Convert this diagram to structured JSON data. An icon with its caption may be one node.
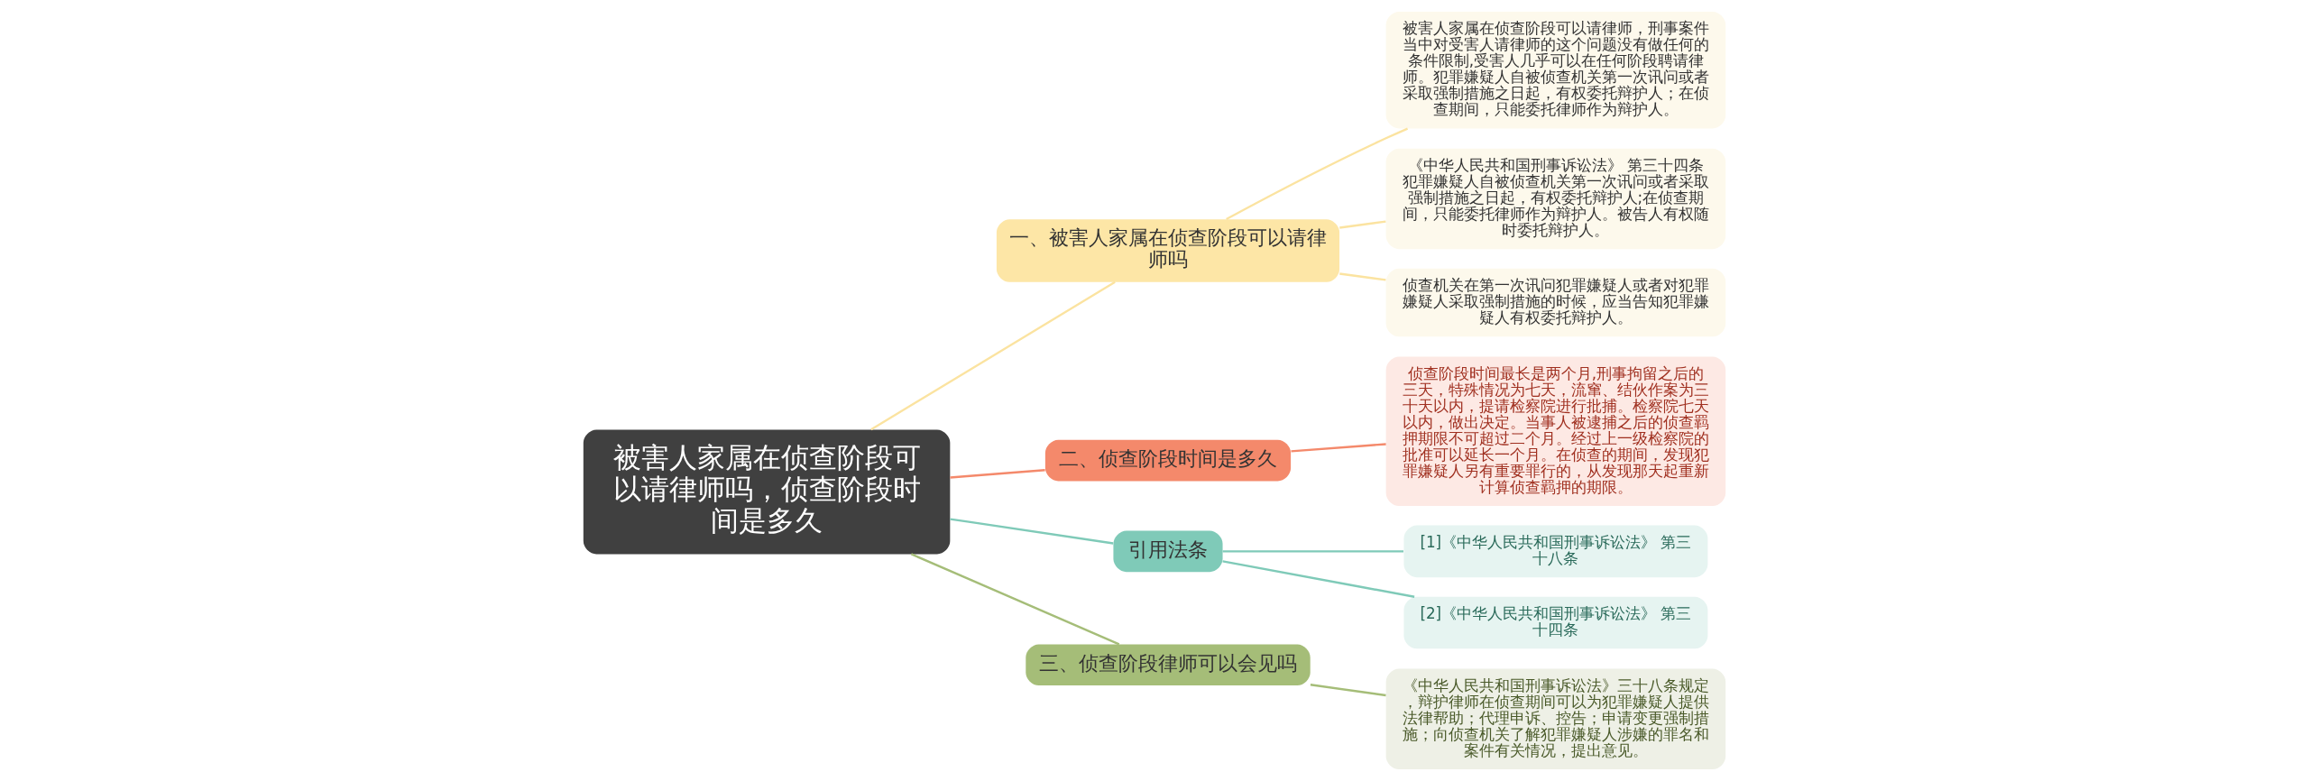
{
  "diagram": {
    "nodes": [
      {
        "text": [
          "被害人家属在侦查阶段可以请律师吗，侦查阶段时间是多久"
        ]
      },
      {
        "text": [
          "一、被害人家属在侦查阶段可以请律师吗"
        ]
      },
      {
        "text": [
          "被害人家属在侦查阶段可以请律师，刑事案件当中对受害人请律师的这个问题没有做任何的条件限制,受害人几乎可以在任何阶段聘请律师。犯罪嫌疑人自被侦查机关第一次讯问或者采取强制措施之日起，有权委托辩护人；在侦查期间，只能委托律师作为辩护人。"
        ]
      },
      {
        "text": [
          "《中华人民共和国刑事诉讼法》 第三十四条犯罪嫌疑人自被侦查机关第一次讯问或者采取强制措施之日起，有权委托辩护人;在侦查期间，只能委托律师作为辩护人。被告人有权随时委托辩护人。"
        ]
      },
      {
        "text": [
          "侦查机关在第一次讯问犯罪嫌疑人或者对犯罪嫌疑人采取强制措施的时候，应当告知犯罪嫌疑人有权委托辩护人。"
        ]
      },
      {
        "text": [
          "二、侦查阶段时间是多久"
        ]
      },
      {
        "text": [
          "侦查阶段时间最长是两个月,刑事拘留之后的三天，特殊情况为七天，流窜、结伙作案为三十天以内，提请检察院进行批捕。检察院七天以内，做出决定。当事人被逮捕之后的侦查羁押期限不可超过二个月。经过上一级检察院的批准可以延长一个月。在侦查的期间，发现犯罪嫌疑人另有重要罪行的，从发现那天起重新计算侦查羁押的期限。"
        ]
      },
      {
        "text": [
          "引用法条"
        ]
      },
      {
        "text": [
          "[1]《中华人民共和国刑事诉讼法》 第三十八条"
        ]
      },
      {
        "text": [
          "[2]《中华人民共和国刑事诉讼法》 第三十四条"
        ]
      },
      {
        "text": [
          "三、侦查阶段律师可以会见吗"
        ]
      },
      {
        "text": [
          "《中华人民共和国刑事诉讼法》三十八条规定，辩护律师在侦查期间可以为犯罪嫌疑人提供法律帮助；代理申诉、控告；申请变更强制措施；向侦查机关了解犯罪嫌疑人涉嫌的罪名和案件有关情况，提出意见。"
        ]
      }
    ],
    "edges": [
      {
        "from": 0,
        "to": 1,
        "arrow": "none",
        "color": "#fbe3a0"
      },
      {
        "from": 1,
        "to": 2,
        "arrow": "none",
        "color": "#fbe3a0"
      },
      {
        "from": 1,
        "to": 3,
        "arrow": "none",
        "color": "#fbe3a0"
      },
      {
        "from": 1,
        "to": 4,
        "arrow": "none",
        "color": "#fbe3a0"
      },
      {
        "from": 0,
        "to": 5,
        "arrow": "none",
        "color": "#f4896b"
      },
      {
        "from": 5,
        "to": 6,
        "arrow": "none",
        "color": "#f4896b"
      },
      {
        "from": 0,
        "to": 7,
        "arrow": "none",
        "color": "#7fcab8"
      },
      {
        "from": 7,
        "to": 8,
        "arrow": "none",
        "color": "#7fcab8"
      },
      {
        "from": 7,
        "to": 9,
        "arrow": "none",
        "color": "#7fcab8"
      },
      {
        "from": 0,
        "to": 10,
        "arrow": "none",
        "color": "#a5bd78"
      },
      {
        "from": 10,
        "to": 11,
        "arrow": "none",
        "color": "#a5bd78"
      }
    ]
  }
}
